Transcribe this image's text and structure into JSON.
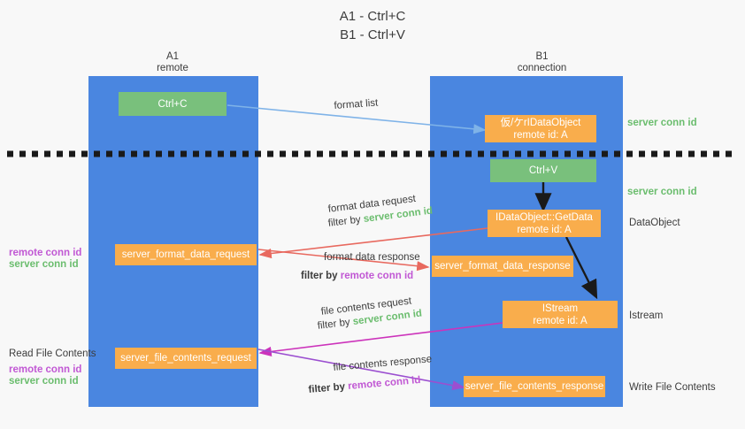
{
  "title": {
    "line1": "A1 - Ctrl+C",
    "line2": "B1 - Ctrl+V"
  },
  "colors": {
    "lane": "#4a86e0",
    "green_box": "#79c07c",
    "orange_box": "#f9ad4c",
    "server_conn_id": "#6bbd6e",
    "remote_conn_id": "#c158d4",
    "arrow_blue": "#7fb3e8",
    "arrow_red": "#e8695f",
    "arrow_magenta": "#cc33bb",
    "arrow_purple": "#9b4fd0",
    "arrow_black": "#1a1a1a",
    "background": "#f8f8f8"
  },
  "columns": [
    {
      "name": "A1",
      "sub": "remote"
    },
    {
      "name": "B1",
      "sub": "connection"
    }
  ],
  "boxes": [
    {
      "id": "ctrl-c",
      "label": "Ctrl+C",
      "sub": "",
      "kind": "green"
    },
    {
      "id": "idataobject-create",
      "label": "仮/ケrIDataObject",
      "sub": "remote id: A",
      "kind": "orange"
    },
    {
      "id": "ctrl-v",
      "label": "Ctrl+V",
      "sub": "",
      "kind": "green"
    },
    {
      "id": "idataobject-getdata",
      "label": "IDataObject::GetData",
      "sub": "remote id: A",
      "kind": "orange"
    },
    {
      "id": "server-format-data-request",
      "label": "server_format_data_request",
      "sub": "",
      "kind": "orange"
    },
    {
      "id": "server-format-data-response",
      "label": "server_format_data_response",
      "sub": "",
      "kind": "orange"
    },
    {
      "id": "istream",
      "label": "IStream",
      "sub": "remote id: A",
      "kind": "orange"
    },
    {
      "id": "server-file-contents-request",
      "label": "server_file_contents_request",
      "sub": "",
      "kind": "orange"
    },
    {
      "id": "server-file-contents-response",
      "label": "server_file_contents_response",
      "sub": "",
      "kind": "orange"
    }
  ],
  "arrow_labels": {
    "format_list": "format list",
    "format_data_request": "format data request",
    "format_data_response": "format data response",
    "file_contents_request": "file contents request",
    "file_contents_response": "file contents response",
    "filter_by": "filter by",
    "server_conn_id": "server conn id",
    "remote_conn_id": "remote conn id"
  },
  "right_annotations": [
    {
      "id": "server-conn-id-top",
      "text": "server conn id",
      "color": "green"
    },
    {
      "id": "server-conn-id-second",
      "text": "server conn id",
      "color": "green"
    },
    {
      "id": "dataobject",
      "text": "DataObject",
      "color": "dark"
    },
    {
      "id": "istream-label",
      "text": "Istream",
      "color": "dark"
    },
    {
      "id": "write-file-contents",
      "text": "Write File Contents",
      "color": "dark"
    }
  ],
  "left_annotations": [
    {
      "id": "conn-ids-middle-remote",
      "text": "remote conn id",
      "color": "purple"
    },
    {
      "id": "conn-ids-middle-server",
      "text": "server conn id",
      "color": "green"
    },
    {
      "id": "read-file-contents",
      "text": "Read File Contents",
      "color": "dark"
    },
    {
      "id": "conn-ids-bottom-remote",
      "text": "remote conn id",
      "color": "purple"
    },
    {
      "id": "conn-ids-bottom-server",
      "text": "server conn id",
      "color": "green"
    }
  ]
}
